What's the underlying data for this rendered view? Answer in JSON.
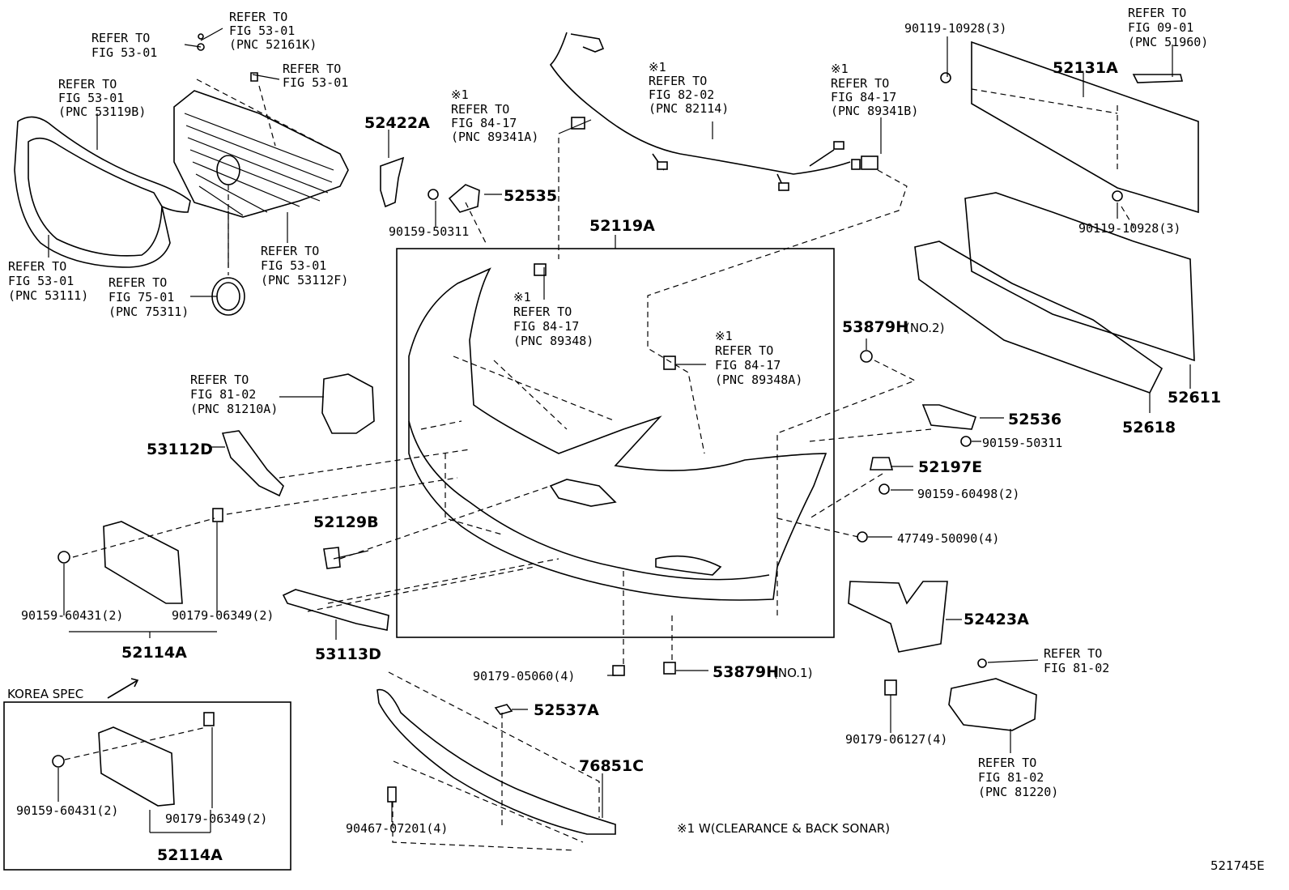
{
  "diagram_code": "521745E",
  "note": "※1 W(CLEARANCE & BACK SONAR)",
  "korea_spec": "KOREA SPEC",
  "labels": {
    "ref_5301_52161k": [
      "REFER TO",
      "FIG 53-01",
      "(PNC 52161K)"
    ],
    "ref_5301_a": [
      "REFER TO",
      "FIG 53-01"
    ],
    "ref_5301_b": [
      "REFER TO",
      "FIG 53-01"
    ],
    "ref_5301_53119b": [
      "REFER TO",
      "FIG 53-01",
      "(PNC 53119B)"
    ],
    "ref_5301_53111": [
      "REFER TO",
      "FIG 53-01",
      "(PNC 53111)"
    ],
    "ref_7501_75311": [
      "REFER TO",
      "FIG 75-01",
      "(PNC 75311)"
    ],
    "ref_5301_53112f": [
      "REFER TO",
      "FIG 53-01",
      "(PNC 53112F)"
    ],
    "ref_8417_89341a": [
      "※1",
      "REFER TO",
      "FIG 84-17",
      "(PNC 89341A)"
    ],
    "ref_8202_82114": [
      "※1",
      "REFER TO",
      "FIG 82-02",
      "(PNC 82114)"
    ],
    "ref_8417_89341b": [
      "※1",
      "REFER TO",
      "FIG 84-17",
      "(PNC 89341B)"
    ],
    "ref_0901_51960": [
      "REFER TO",
      "FIG 09-01",
      "(PNC 51960)"
    ],
    "ref_8417_89348": [
      "※1",
      "REFER TO",
      "FIG 84-17",
      "(PNC 89348)"
    ],
    "ref_8417_89348a": [
      "※1",
      "REFER TO",
      "FIG 84-17",
      "(PNC 89348A)"
    ],
    "ref_8102_81210a": [
      "REFER TO",
      "FIG 81-02",
      "(PNC 81210A)"
    ],
    "ref_8102_top": [
      "REFER TO",
      "FIG 81-02"
    ],
    "ref_8102_81220": [
      "REFER TO",
      "FIG 81-02",
      "(PNC 81220)"
    ]
  },
  "parts": {
    "p90119_top": "90119-10928(3)",
    "p52131A": "52131A",
    "p52422A": "52422A",
    "p52535": "52535",
    "p90159_50311_a": "90159-50311",
    "p52119A": "52119A",
    "p90119_bot": "90119-10928(3)",
    "p53879H_no2": "53879H",
    "p53879H_no2_sfx": "(NO.2)",
    "p52611": "52611",
    "p52618": "52618",
    "p52536": "52536",
    "p90159_50311_b": "90159-50311",
    "p52197E": "52197E",
    "p90159_60498": "90159-60498(2)",
    "p47749": "47749-50090(4)",
    "p53112D": "53112D",
    "p52129B": "52129B",
    "p90159_60431_a": "90159-60431(2)",
    "p90179_06349_a": "90179-06349(2)",
    "p52114A_a": "52114A",
    "p53113D": "53113D",
    "p52423A": "52423A",
    "p90179_05060": "90179-05060(4)",
    "p53879H_no1": "53879H",
    "p53879H_no1_sfx": "(NO.1)",
    "p52537A": "52537A",
    "p76851C": "76851C",
    "p90179_06127": "90179-06127(4)",
    "p90159_60431_b": "90159-60431(2)",
    "p90179_06349_b": "90179-06349(2)",
    "p52114A_b": "52114A",
    "p90467": "90467-07201(4)"
  }
}
